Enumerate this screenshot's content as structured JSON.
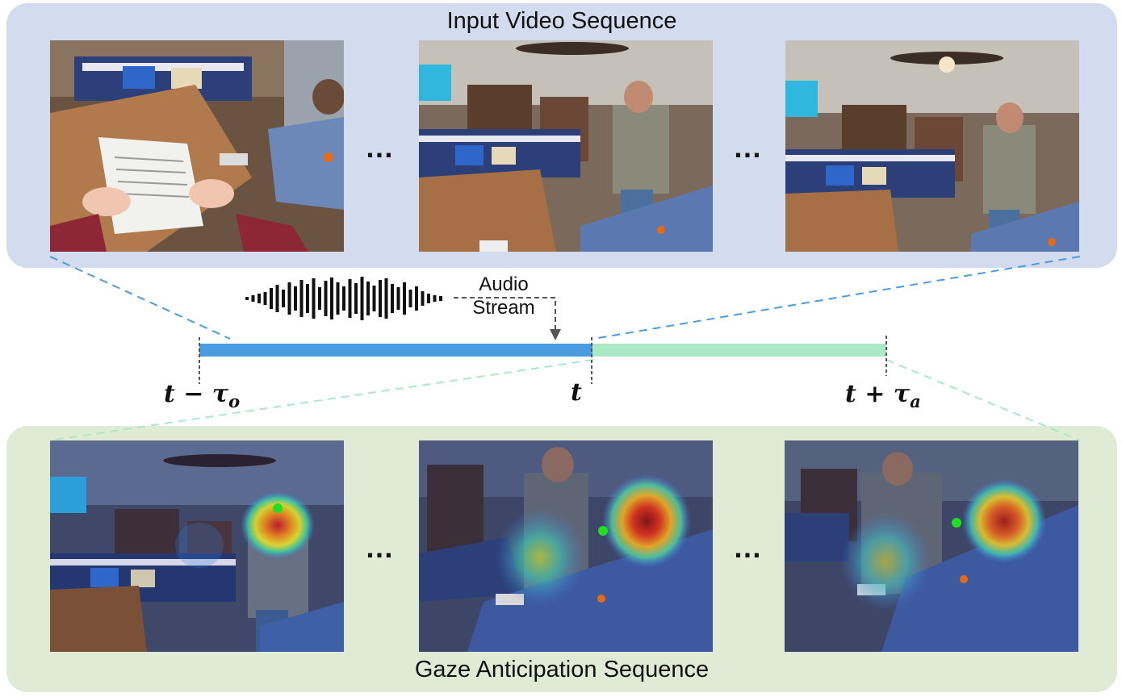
{
  "top_panel": {
    "title": "Input Video Sequence"
  },
  "bottom_panel": {
    "title": "Gaze Anticipation Sequence"
  },
  "ellipsis": "…",
  "audio": {
    "label_line1": "Audio",
    "label_line2": "Stream"
  },
  "timeline": {
    "observed_color": "#4a9be0",
    "anticipation_color": "#abe8c5",
    "label_start": "t − τ",
    "label_start_sub": "o",
    "label_now": "t",
    "label_end": "t + τ",
    "label_end_sub": "a"
  },
  "colors": {
    "top_panel": "#d3dcef",
    "bottom_panel": "#dfebd5",
    "gaze_dot": "#22dd22"
  }
}
